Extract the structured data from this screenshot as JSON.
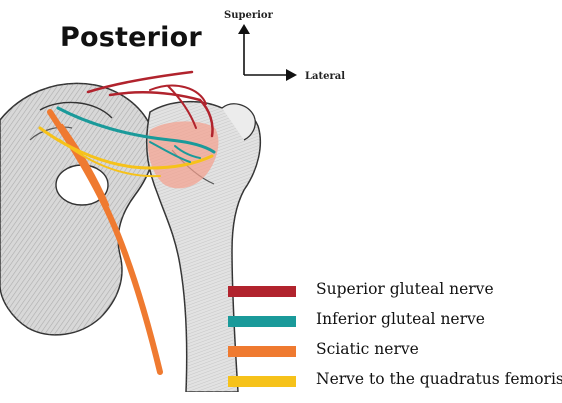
{
  "header": {
    "title": "Posterior"
  },
  "orientation": {
    "superior_label": "Superior",
    "lateral_label": "Lateral"
  },
  "legend": [
    {
      "label": "Superior gluteal nerve",
      "color": "#b1232d"
    },
    {
      "label": "Inferior gluteal nerve",
      "color": "#1a9a9a"
    },
    {
      "label": "Sciatic nerve",
      "color": "#ef7a30"
    },
    {
      "label": "Nerve to the quadratus femoris",
      "color": "#f6c21a"
    }
  ],
  "colors": {
    "bone": "#dcdcdc",
    "bone_shade": "#9a9a9a",
    "bone_outline": "#333333",
    "highlight": "#f5a08d"
  }
}
